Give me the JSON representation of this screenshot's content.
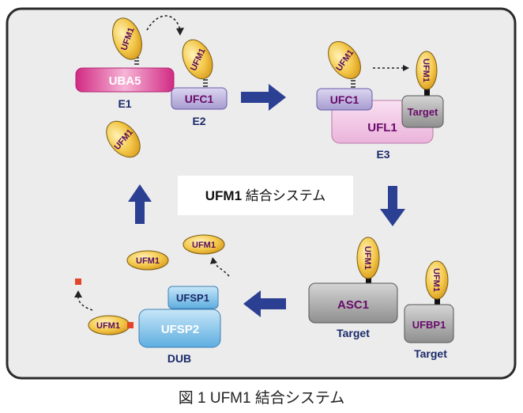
{
  "labels": {
    "uba5": "UBA5",
    "e1": "E1",
    "ufc1": "UFC1",
    "e2": "E2",
    "ufl1": "UFL1",
    "target": "Target",
    "e3": "E3",
    "asc1": "ASC1",
    "ufbp1": "UFBP1",
    "ufsp1": "UFSP1",
    "ufsp2": "UFSP2",
    "dub": "DUB",
    "ufm1": "UFM1"
  },
  "center": {
    "bold": "UFM1",
    "rest": " 結合システム"
  },
  "caption": "図 1 UFM1 結合システム",
  "colors": {
    "panel": "#ececec",
    "arrow": "#2b3f93",
    "ufm1": "#f2c84b",
    "uba5": "#e0489a",
    "ufc1": "#b9b0dc",
    "ufl1": "#f2c6e6",
    "target": "#a7a7a7",
    "ufsp": "#8ec9ee",
    "tag": "#e2462a"
  }
}
